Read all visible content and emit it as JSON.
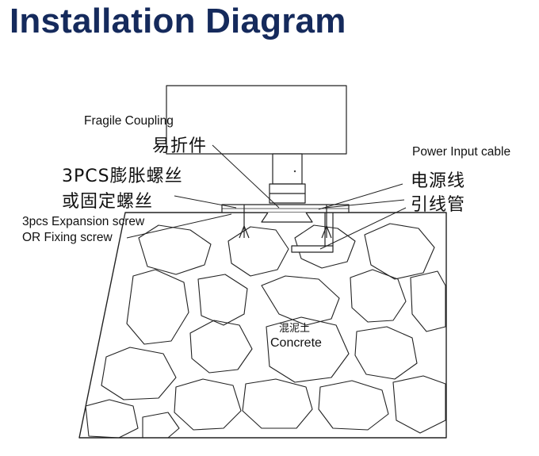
{
  "title": "Installation Diagram",
  "labels": {
    "fragile_coupling_en": "Fragile Coupling",
    "fragile_coupling_cn": "易折件",
    "screw_cn_line1": "3PCS膨胀螺丝",
    "screw_cn_line2": "或固定螺丝",
    "screw_en_line1": "3pcs Expansion screw",
    "screw_en_line2": "OR Fixing screw",
    "power_en": "Power Input cable",
    "power_cn_line1": "电源线",
    "power_cn_line2": "引线管",
    "concrete_cn": "混泥土",
    "concrete_en": "Concrete"
  },
  "colors": {
    "title": "#152a5c",
    "line": "#222222",
    "background": "#ffffff"
  }
}
